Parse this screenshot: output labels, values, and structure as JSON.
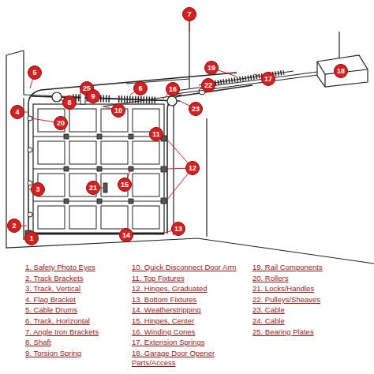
{
  "diagram": {
    "nodes": [
      {
        "text": [
          "7"
        ]
      },
      {
        "text": [
          "19"
        ]
      },
      {
        "text": [
          "18"
        ]
      },
      {
        "text": [
          "5"
        ]
      },
      {
        "text": [
          "17"
        ]
      },
      {
        "text": [
          "22"
        ]
      },
      {
        "text": [
          "25"
        ]
      },
      {
        "text": [
          "6"
        ]
      },
      {
        "text": [
          "16"
        ]
      },
      {
        "text": [
          "9"
        ]
      },
      {
        "text": [
          "8"
        ]
      },
      {
        "text": [
          "23"
        ]
      },
      {
        "text": [
          "10"
        ]
      },
      {
        "text": [
          "4"
        ]
      },
      {
        "text": [
          "20"
        ]
      },
      {
        "text": [
          "11"
        ]
      },
      {
        "text": [
          "12"
        ]
      },
      {
        "text": [
          "15"
        ]
      },
      {
        "text": [
          "21"
        ]
      },
      {
        "text": [
          "3"
        ]
      },
      {
        "text": [
          "2"
        ]
      },
      {
        "text": [
          "13"
        ]
      },
      {
        "text": [
          "14"
        ]
      },
      {
        "text": [
          "1"
        ]
      }
    ],
    "labels": [
      "1. Safety Photo Eyes",
      "2. Track Brackets",
      "3. Track, Vertical",
      "4. Flag Bracket",
      "5. Cable Drums",
      "6. Track, Horizontal",
      "7. Angle Iron Brackets",
      "8. Shaft",
      "9. Torsion Spring",
      "10. Quick Disconnect Door Arm",
      "11. Top Fixtures",
      "12. Hinges, Graduated",
      "13. Bottom Fixtures",
      "14. Weatherstripping",
      "15. Hinges, Center",
      "16. Winding Cones",
      "17. Extension Springs",
      "18. Garage Door Opener Parts/Access",
      "19. Rail Components",
      "20. Rollers",
      "21. Locks/Handles",
      "22. Pulleys/Sheaves",
      "23. Cable",
      "24. Cable",
      "25. Bearing Plates"
    ]
  }
}
